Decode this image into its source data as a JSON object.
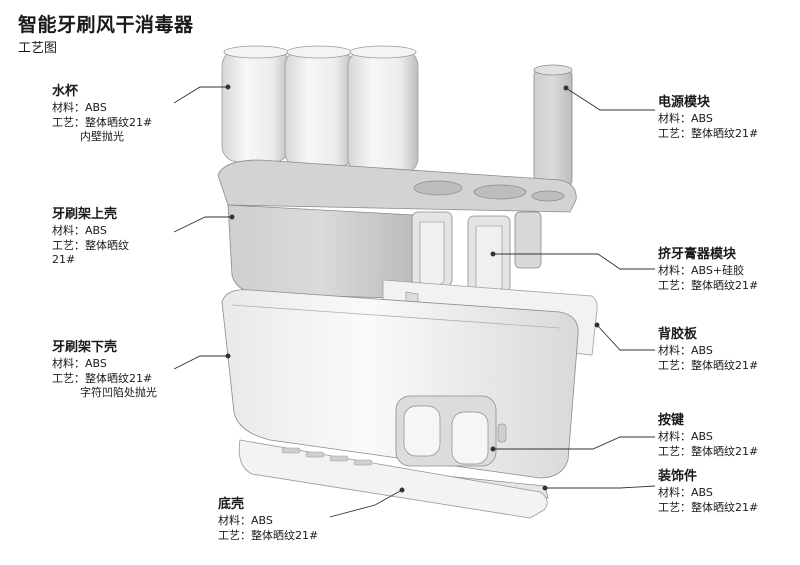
{
  "header": {
    "title": "智能牙刷风干消毒器",
    "subtitle": "工艺图"
  },
  "parts": {
    "cups": {
      "name": "水杯",
      "lines": [
        "材料：ABS",
        "工艺：整体晒纹21#",
        "内壁抛光"
      ]
    },
    "upper": {
      "name": "牙刷架上壳",
      "lines": [
        "材料：ABS",
        "工艺：整体晒纹",
        "21#"
      ]
    },
    "lower": {
      "name": "牙刷架下壳",
      "lines": [
        "材料：ABS",
        "工艺：整体晒纹21#",
        "字符凹陷处抛光"
      ]
    },
    "base": {
      "name": "底壳",
      "lines": [
        "材料：ABS",
        "工艺：整体晒纹21#"
      ]
    },
    "power": {
      "name": "电源模块",
      "lines": [
        "材料：ABS",
        "工艺：整体晒纹21#"
      ]
    },
    "squeezer": {
      "name": "挤牙膏器模块",
      "lines": [
        "材料：ABS+硅胶",
        "工艺：整体晒纹21#"
      ]
    },
    "back": {
      "name": "背胶板",
      "lines": [
        "材料：ABS",
        "工艺：整体晒纹21#"
      ]
    },
    "button": {
      "name": "按键",
      "lines": [
        "材料：ABS",
        "工艺：整体晒纹21#"
      ]
    },
    "trim": {
      "name": "装饰件",
      "lines": [
        "材料：ABS",
        "工艺：整体晒纹21#"
      ]
    }
  }
}
